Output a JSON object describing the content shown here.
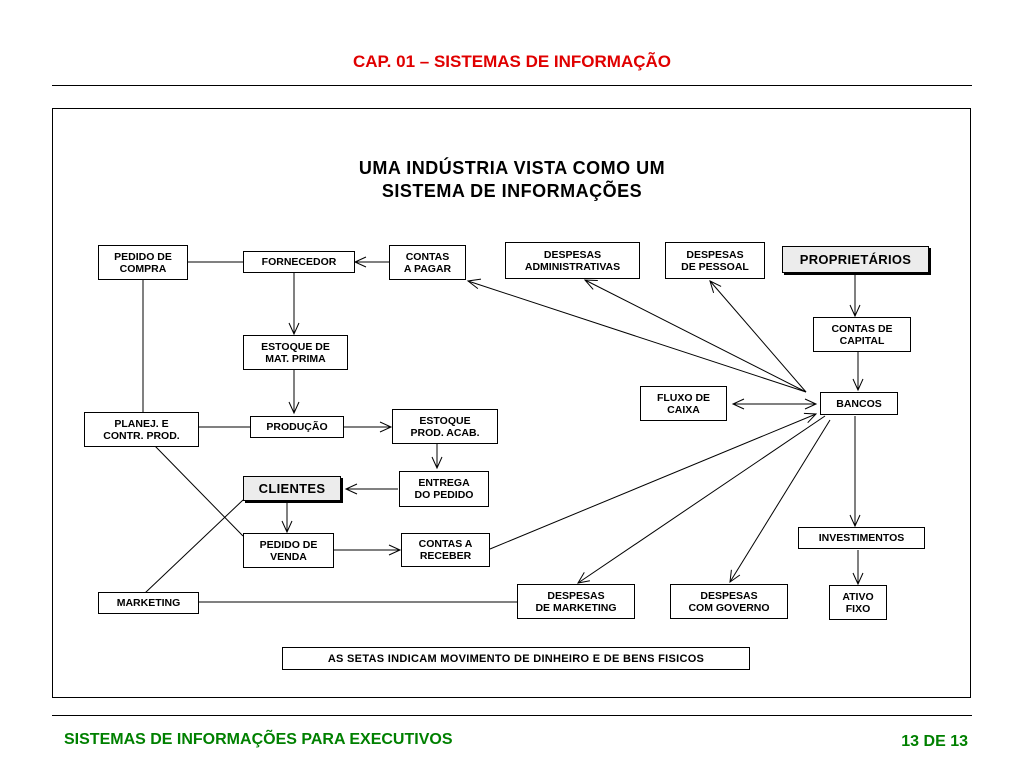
{
  "header": {
    "title": "CAP. 01 – SISTEMAS  DE INFORMAÇÃO"
  },
  "diagram": {
    "title_line1": "UMA  INDÚSTRIA  VISTA  COMO  UM",
    "title_line2": "SISTEMA  DE  INFORMAÇÕES",
    "nodes": {
      "pedido_compra": "PEDIDO DE\nCOMPRA",
      "fornecedor": "FORNECEDOR",
      "contas_pagar": "CONTAS\nA PAGAR",
      "despesas_admin": "DESPESAS\nADMINISTRATIVAS",
      "despesas_pessoal": "DESPESAS\nDE PESSOAL",
      "proprietarios": "PROPRIETÁRIOS",
      "estoque_mat_prima": "ESTOQUE DE\nMAT. PRIMA",
      "contas_capital": "CONTAS DE\nCAPITAL",
      "fluxo_caixa": "FLUXO DE\nCAIXA",
      "bancos": "BANCOS",
      "planej_contr": "PLANEJ. E\nCONTR. PROD.",
      "producao": "PRODUÇÃO",
      "estoque_prod_acab": "ESTOQUE\nPROD. ACAB.",
      "clientes": "CLIENTES",
      "entrega_pedido": "ENTREGA\nDO PEDIDO",
      "pedido_venda": "PEDIDO DE\nVENDA",
      "contas_receber": "CONTAS A\nRECEBER",
      "investimentos": "INVESTIMENTOS",
      "marketing": "MARKETING",
      "despesas_marketing": "DESPESAS\nDE MARKETING",
      "despesas_governo": "DESPESAS\nCOM GOVERNO",
      "ativo_fixo": "ATIVO\nFIXO"
    },
    "note": "AS  SETAS  INDICAM  MOVIMENTO  DE  DINHEIRO  E  DE  BENS  FISICOS"
  },
  "footer": {
    "left": "SISTEMAS  DE  INFORMAÇÕES  PARA  EXECUTIVOS",
    "right": "13 DE 13"
  }
}
